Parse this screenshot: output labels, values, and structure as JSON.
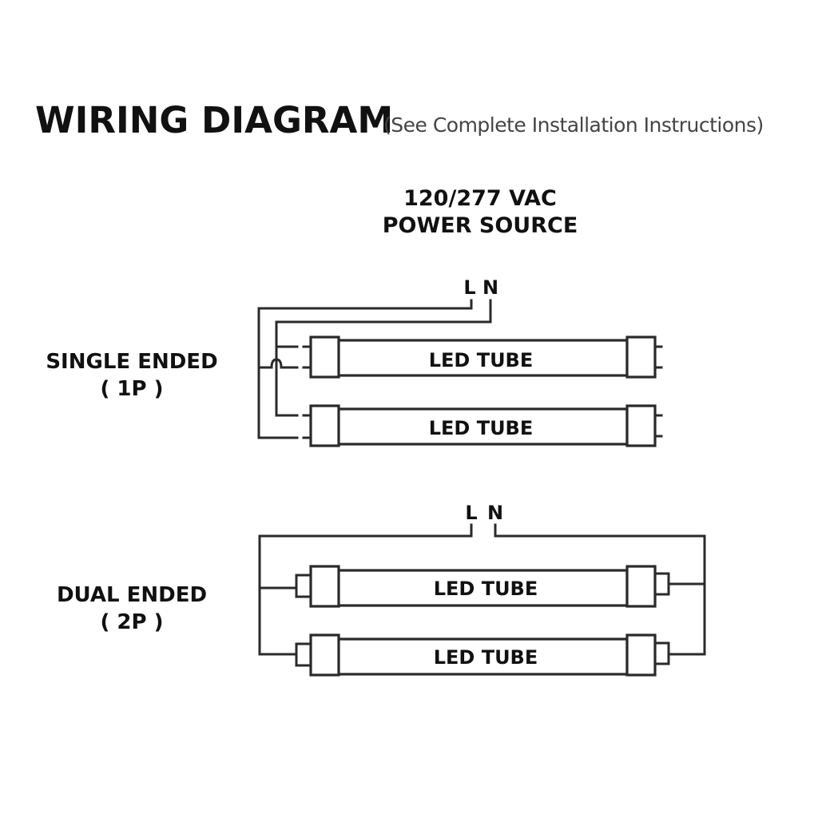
{
  "header": {
    "title": "WIRING DIAGRAM",
    "subtitle": "(See Complete Installation Instructions)"
  },
  "power_source": {
    "line1": "120/277 VAC",
    "line2": "POWER SOURCE"
  },
  "single_ended": {
    "label": "SINGLE ENDED",
    "code": "( 1P )",
    "live": "L",
    "neutral": "N",
    "tubes": [
      {
        "label": "LED TUBE"
      },
      {
        "label": "LED TUBE"
      }
    ]
  },
  "dual_ended": {
    "label": "DUAL ENDED",
    "code": "( 2P )",
    "live": "L",
    "neutral": "N",
    "tubes": [
      {
        "label": "LED TUBE"
      },
      {
        "label": "LED TUBE"
      }
    ]
  },
  "colors": {
    "ink": "#2a2a2a",
    "subtitle": "#444444",
    "background": "#ffffff"
  }
}
